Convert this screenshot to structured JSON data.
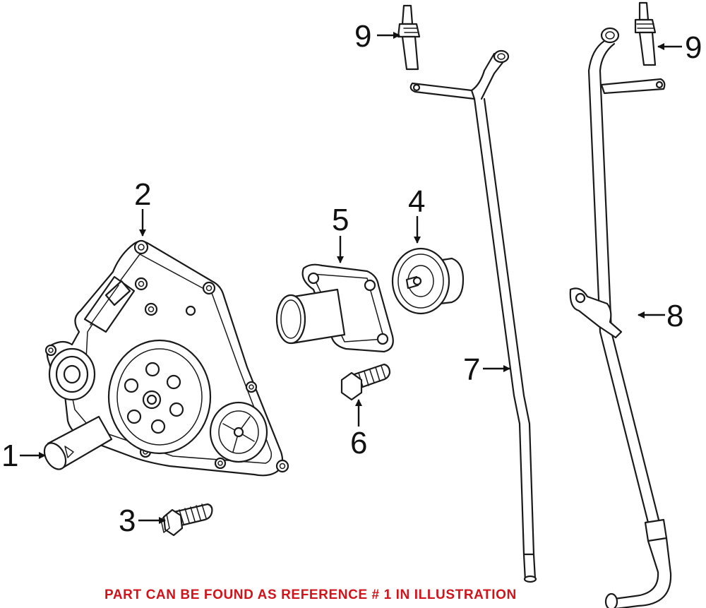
{
  "callouts": {
    "c1": "1",
    "c2": "2",
    "c3": "3",
    "c4": "4",
    "c5": "5",
    "c6": "6",
    "c7": "7",
    "c8": "8",
    "c9a": "9",
    "c9b": "9"
  },
  "footnote": "PART CAN BE FOUND AS REFERENCE # 1 IN ILLUSTRATION",
  "colors": {
    "footnote": "#d0141c",
    "line": "#1a1a1a"
  }
}
